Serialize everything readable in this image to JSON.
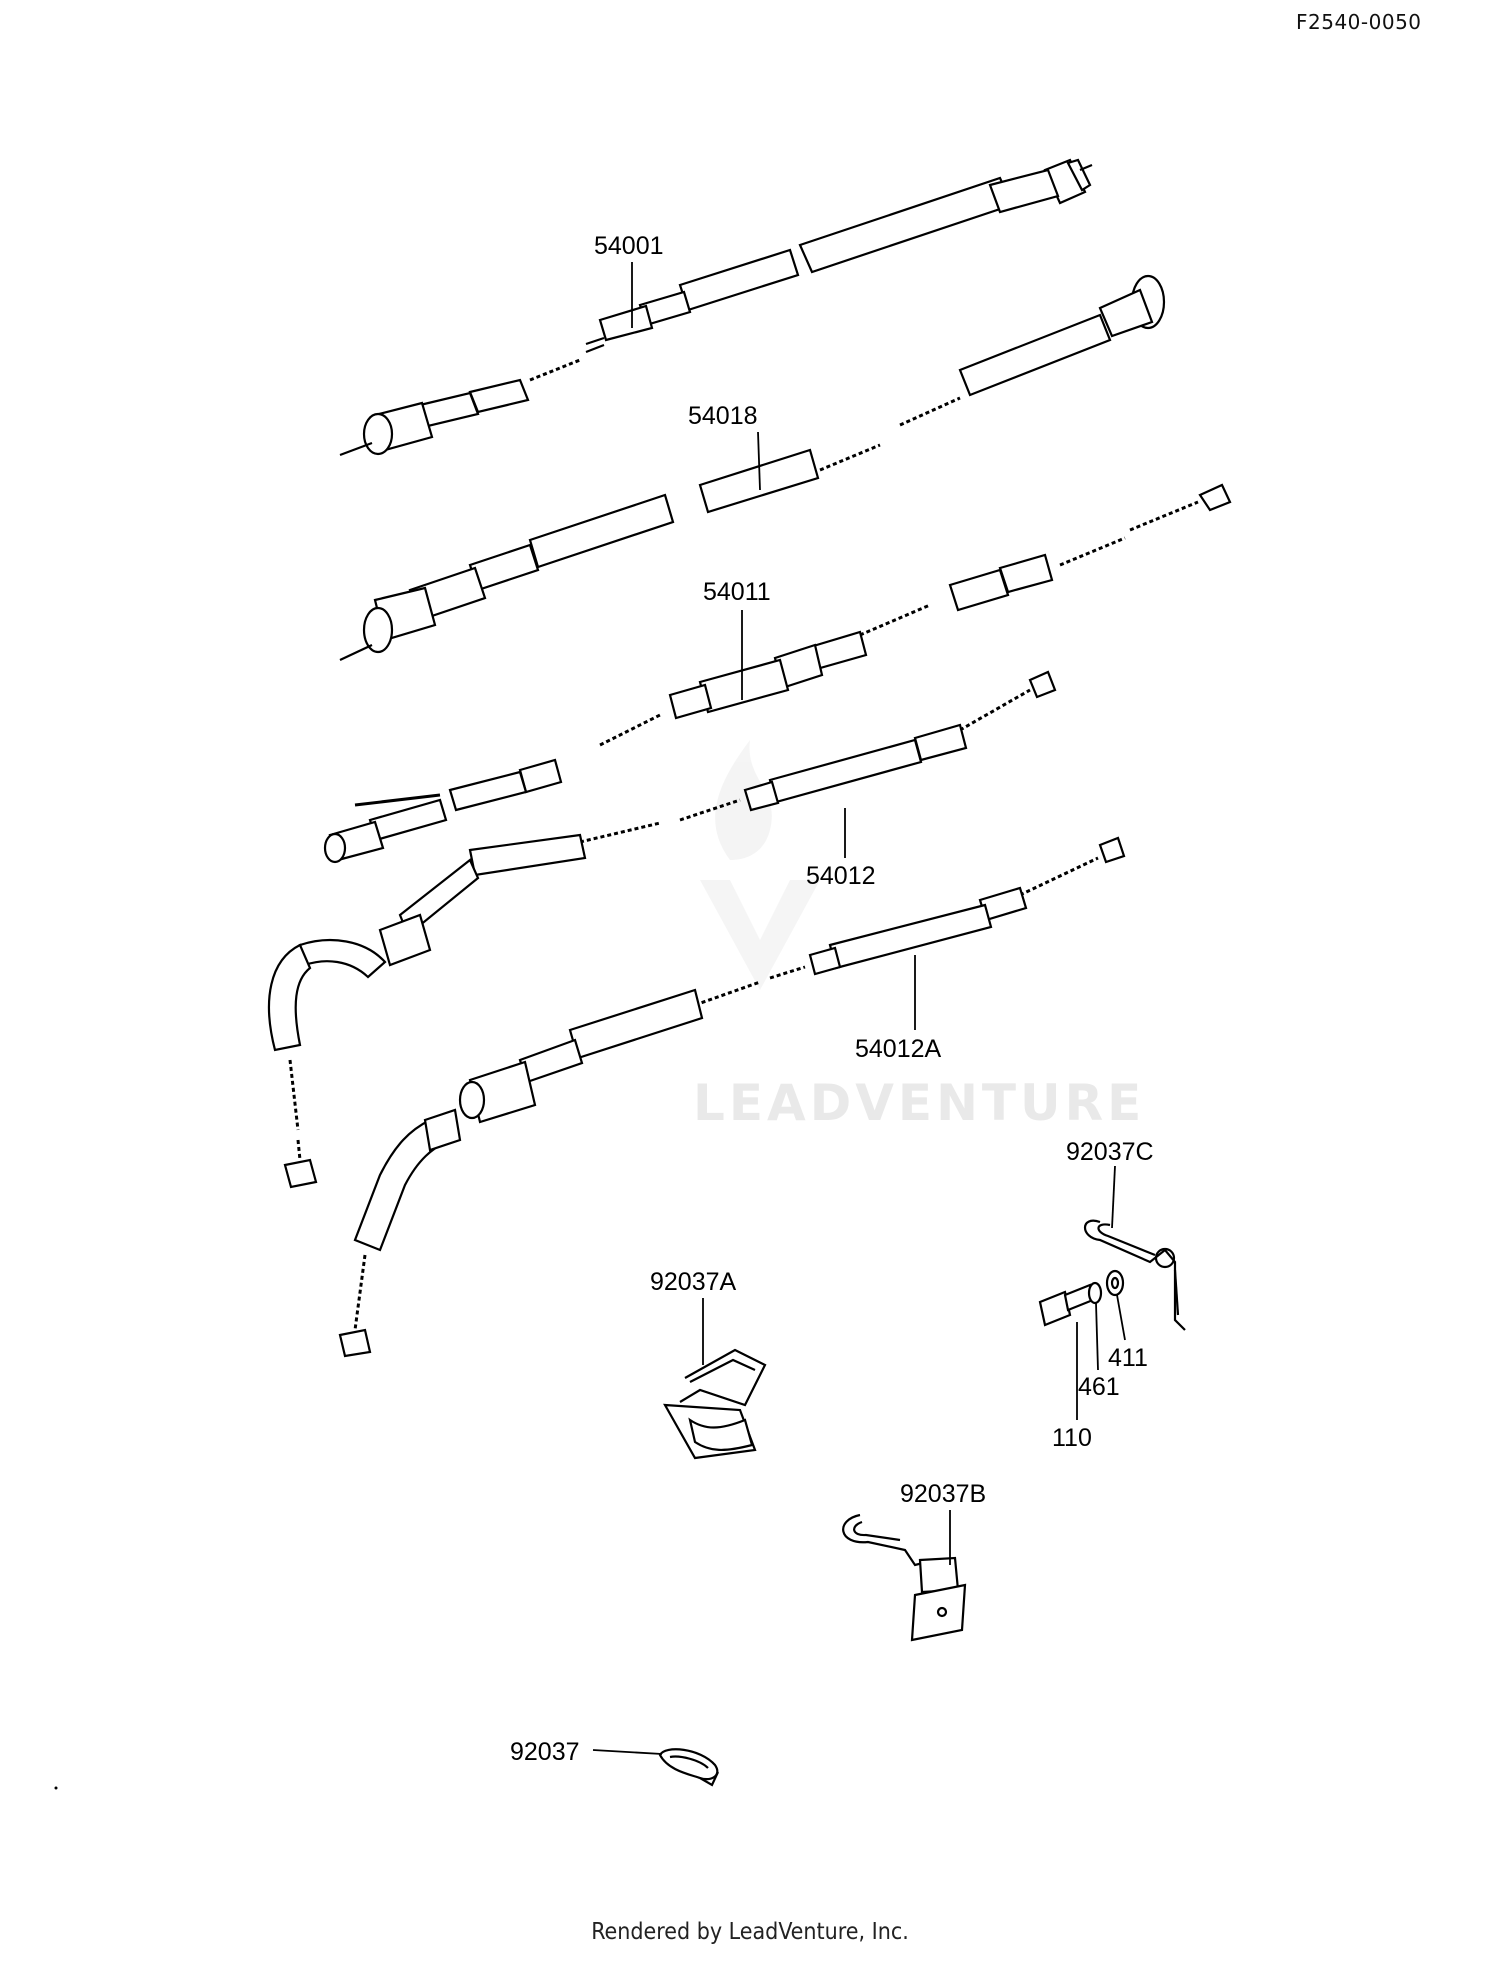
{
  "header": {
    "reference": "F2540-0050"
  },
  "watermark": {
    "text": "LEADVENTURE"
  },
  "parts": [
    {
      "id": "p1",
      "number": "54001"
    },
    {
      "id": "p2",
      "number": "54018"
    },
    {
      "id": "p3",
      "number": "54011"
    },
    {
      "id": "p4",
      "number": "54012"
    },
    {
      "id": "p5",
      "number": "54012A"
    },
    {
      "id": "p6",
      "number": "92037C"
    },
    {
      "id": "p7",
      "number": "92037A"
    },
    {
      "id": "p8",
      "number": "411"
    },
    {
      "id": "p9",
      "number": "461"
    },
    {
      "id": "p10",
      "number": "110"
    },
    {
      "id": "p11",
      "number": "92037B"
    },
    {
      "id": "p12",
      "number": "92037"
    }
  ],
  "footer": {
    "text": "Rendered by LeadVenture, Inc."
  }
}
